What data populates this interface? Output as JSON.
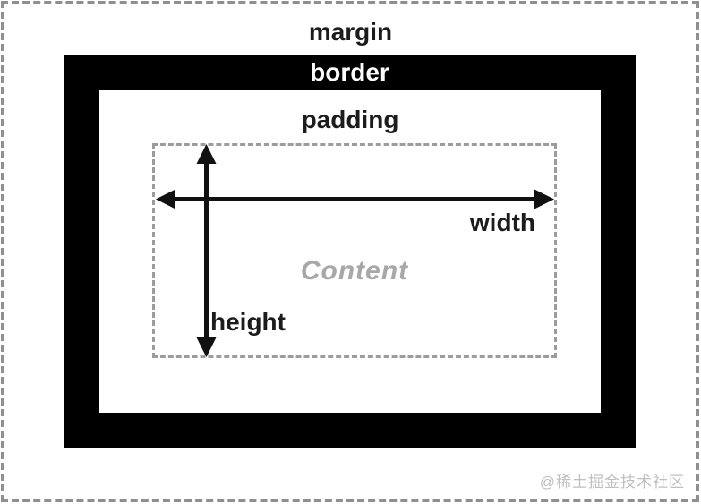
{
  "diagram": {
    "title": "css-box-model",
    "labels": {
      "margin": "margin",
      "border": "border",
      "padding": "padding",
      "content": "Content",
      "width": "width",
      "height": "height"
    },
    "colors": {
      "border_band": "#000000",
      "label_text": "#1c1c1c",
      "border_label_text": "#ffffff",
      "content_text": "#a8a8a8",
      "outer_dashed": "#8f8f8f",
      "content_dashed": "#9c9c9c",
      "arrow": "#111111",
      "watermark_text": "#bfbfbf"
    }
  },
  "watermark": {
    "text": "@稀土掘金技术社区"
  }
}
